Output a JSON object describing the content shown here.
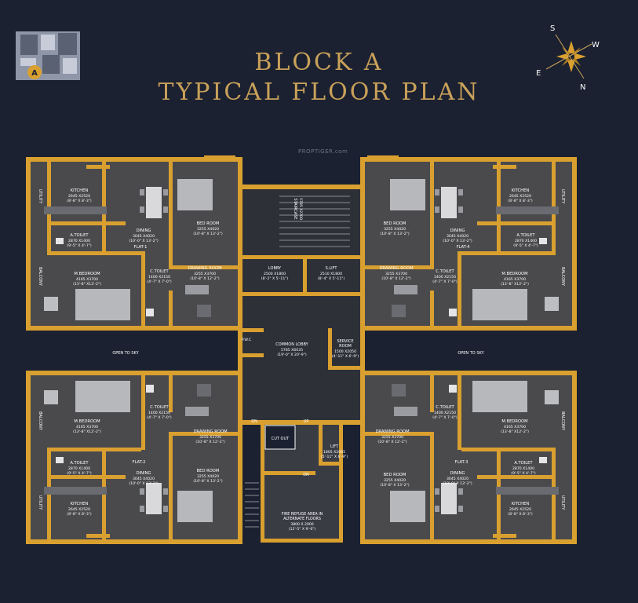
{
  "title": {
    "line1": "BLOCK A",
    "line2": "TYPICAL FLOOR PLAN"
  },
  "watermark": "PROPTIGER.com",
  "key_plan": {
    "badge": "A"
  },
  "compass": {
    "s": "S",
    "w": "W",
    "e": "E",
    "n": "N"
  },
  "colors": {
    "background": "#1b2130",
    "wall": "#d9a030",
    "floor": "#4a4a4d",
    "text": "#ffffff",
    "title": "#c9a15a"
  },
  "rooms": {
    "kitchen": {
      "name": "KITCHEN",
      "metric": "2645 X2520",
      "imperial": "(8'-8\" X 8'-3\")"
    },
    "dining": {
      "name": "DINING",
      "metric": "3045 X4020",
      "imperial": "(10'-0\" X 13'-2\")"
    },
    "bedroom": {
      "name": "BED ROOM",
      "metric": "3255 X4020",
      "imperial": "(10'-8\" X 13'-2\")"
    },
    "atoilet": {
      "name": "A.TOILET",
      "metric": "2870 X1400",
      "imperial": "(9'-5\" X 4'-7\")"
    },
    "mbedroom": {
      "name": "M.BEDROOM",
      "metric": "4165 X3700",
      "imperial": "(13'-8\" X12'-2\")"
    },
    "ctoilet": {
      "name": "C.TOILET",
      "metric": "1400 X2150",
      "imperial": "(4'-7\" X 7'-0\")"
    },
    "drawing": {
      "name": "DRAWING ROOM",
      "metric": "3255 X3700",
      "imperial": "(10'-8\" X 12'-2\")"
    },
    "utility": "UTILITY",
    "balcony": "BALCONY"
  },
  "flats": {
    "f1": "FLAT-1",
    "f2": "FLAT-2",
    "f3": "FLAT-3",
    "f4": "FLAT-4"
  },
  "core": {
    "staircase": {
      "name": "STAIRCASE",
      "metric": "5785 X2700"
    },
    "lobby": {
      "name": "LOBBY",
      "metric": "2500 X1800",
      "imperial": "(8'-2\" X 5'-11\")"
    },
    "slift": {
      "name": "S.LIFT",
      "metric": "2510 X1800",
      "imperial": "(8'-4\" X 5'-11\")"
    },
    "common_lobby": {
      "name": "COMMON LOBBY",
      "metric": "5785 X6035",
      "imperial": "(19'-0\" X 20'-9\")"
    },
    "service_room": {
      "name1": "SERVICE",
      "name2": "ROOM",
      "metric": "1500 X2050",
      "imperial": "(4'-11\" X 6'-9\")"
    },
    "pwc": "P.W.C",
    "cutout": "CUT OUT",
    "lift": {
      "name": "LIFT",
      "metric": "1805 X2065",
      "imperial": "(5'-11\" X 6'-9\")"
    },
    "refuge": {
      "line1": "FIRE REFUGE AREA IN",
      "line2": "ALTERNATE FLOORS",
      "metric": "3800 X 2900",
      "imperial": "(12'-5\" X 9'-6\")"
    },
    "dn": "DN",
    "up": "UP"
  },
  "open_to_sky": "OPEN TO SKY"
}
